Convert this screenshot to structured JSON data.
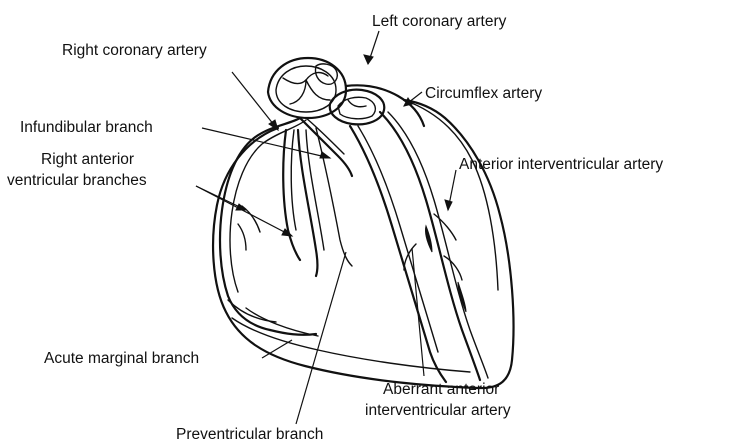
{
  "labels": {
    "left_coronary_artery": "Left coronary artery",
    "right_coronary_artery": "Right coronary artery",
    "circumflex_artery": "Circumflex artery",
    "infundibular_branch": "Infundibular branch",
    "right_anterior_ventricular_branches_line1": "Right anterior",
    "right_anterior_ventricular_branches_line2": "ventricular branches",
    "anterior_interventricular_artery": "Anterior interventricular artery",
    "acute_marginal_branch": "Acute marginal branch",
    "aberrant_anterior_interventricular_artery_line1": "Aberrant anterior",
    "aberrant_anterior_interventricular_artery_line2": "interventricular artery",
    "preventricular_branch": "Preventricular branch"
  }
}
